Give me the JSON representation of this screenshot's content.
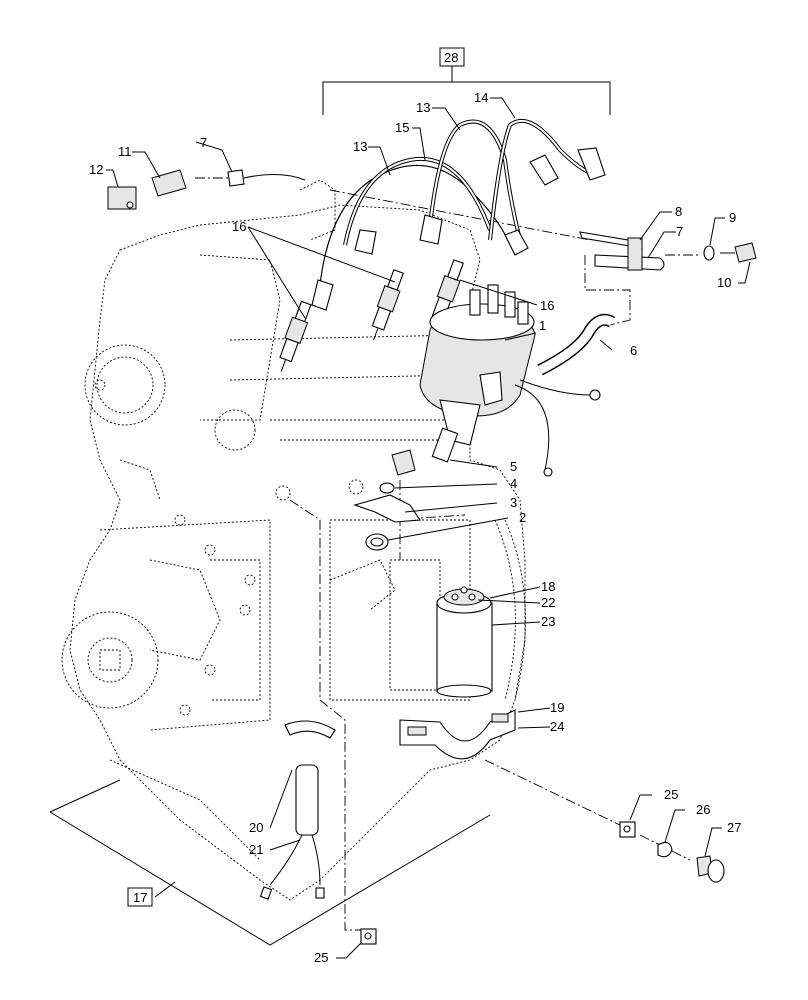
{
  "callouts": {
    "c1": "1",
    "c2": "2",
    "c3": "3",
    "c4": "4",
    "c5": "5",
    "c6": "6",
    "c7a": "7",
    "c7b": "7",
    "c8": "8",
    "c9": "9",
    "c10": "10",
    "c11": "11",
    "c12": "12",
    "c13a": "13",
    "c13b": "13",
    "c14": "14",
    "c15": "15",
    "c16a": "16",
    "c16b": "16",
    "c17": "17",
    "c18": "18",
    "c19": "19",
    "c20": "20",
    "c21": "21",
    "c22": "22",
    "c23": "23",
    "c24": "24",
    "c25a": "25",
    "c25b": "25",
    "c26": "26",
    "c27": "27",
    "c28": "28"
  },
  "icons": [
    "engine-block-outline",
    "distributor",
    "ignition-coil",
    "spark-plug",
    "bracket",
    "screw",
    "nut",
    "washer"
  ]
}
